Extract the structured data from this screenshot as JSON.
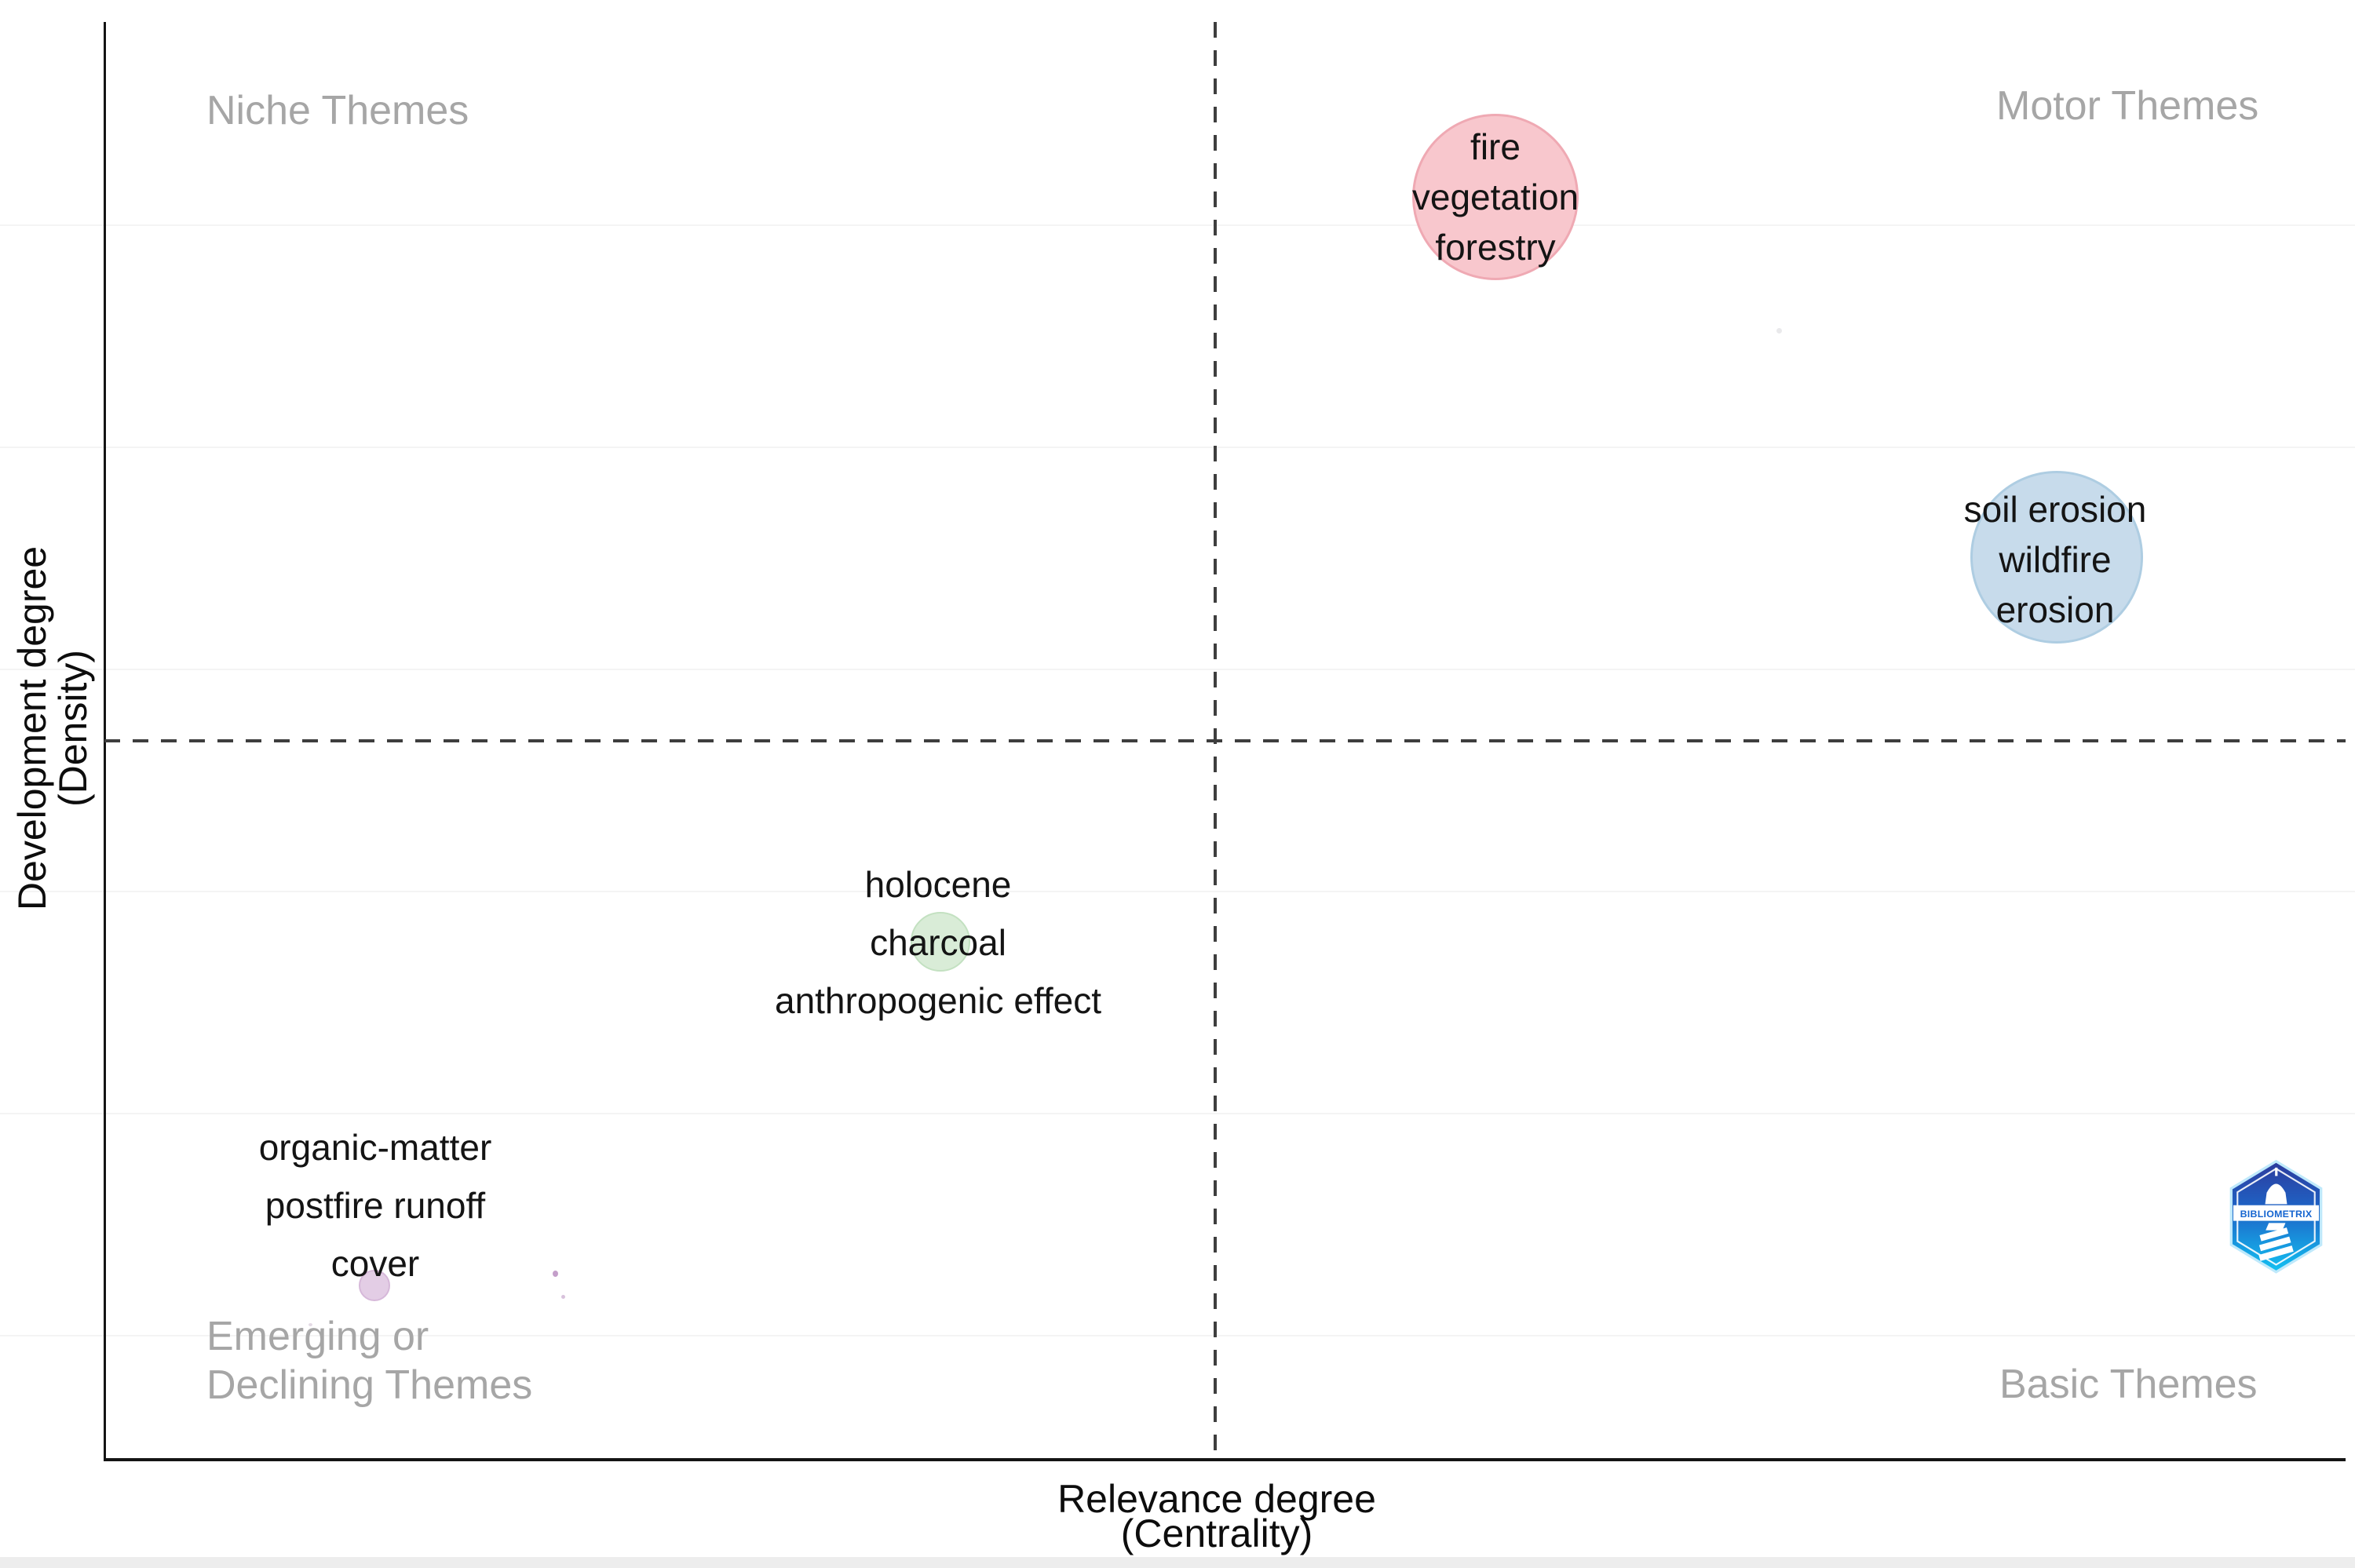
{
  "quadrant_labels": {
    "niche": "Niche Themes",
    "motor": "Motor Themes",
    "emerging_line1": "Emerging or",
    "emerging_line2": "Declining Themes",
    "basic": "Basic Themes"
  },
  "axis": {
    "x_line1": "Relevance degree",
    "x_line2": "(Centrality)",
    "y_line1": "Development degree",
    "y_line2": "(Density)"
  },
  "branding": {
    "logo_text": "BIBLIOMETRIX"
  },
  "colors": {
    "quadrant_label_gray": "#a6a6a6",
    "axis_black": "#141414",
    "median_dash_gray": "#3e3e3e",
    "gridline_gray": "#f4f4f4",
    "logo_blue_top": "#2d3a9c",
    "logo_blue_mid": "#1e66c8",
    "logo_cyan_bottom": "#12c2f2",
    "logo_text_blue": "#1565d0"
  },
  "chart_data": {
    "type": "scatter",
    "subtype": "bibliometrix-thematic-map-bubble",
    "title": "",
    "xlabel": "Relevance degree (Centrality)",
    "ylabel": "Development degree (Density)",
    "x_axis_ticks": "none",
    "y_axis_ticks": "none",
    "grid": "faint horizontal gridlines, evenly spaced",
    "legend": "none",
    "median_lines": {
      "style": "dashed",
      "x_frac": 0.495,
      "y_frac": 0.5
    },
    "quadrants": {
      "top_left": "Niche Themes",
      "top_right": "Motor Themes",
      "bottom_left": "Emerging or Declining Themes",
      "bottom_right": "Basic Themes"
    },
    "series": [
      {
        "name": "fire vegetation forestry",
        "label_lines": [
          "fire",
          "vegetation",
          "forestry"
        ],
        "centrality_frac": 0.62,
        "density_frac": 0.88,
        "radius_px": 106,
        "fill": "#f8c7cd",
        "stroke": "#efa9b3",
        "quadrant": "Motor Themes"
      },
      {
        "name": "soil erosion wildfire erosion",
        "label_lines": [
          "soil erosion",
          "wildfire",
          "erosion"
        ],
        "centrality_frac": 0.87,
        "density_frac": 0.63,
        "radius_px": 110,
        "fill": "#c7dbeb",
        "stroke": "#aecde2",
        "quadrant": "Motor Themes"
      },
      {
        "name": "holocene charcoal anthropogenic effect",
        "label_lines": [
          "holocene",
          "charcoal",
          "anthropogenic effect"
        ],
        "centrality_frac": 0.37,
        "density_frac": 0.36,
        "radius_px": 38,
        "fill": "#d9ecd7",
        "stroke": "#c3e1c1",
        "quadrant": "Emerging or Declining Themes"
      },
      {
        "name": "organic-matter postfire runoff cover",
        "label_lines": [
          "organic-matter",
          "postfire runoff",
          "cover"
        ],
        "centrality_frac": 0.12,
        "density_frac": 0.12,
        "radius_px": 20,
        "fill": "#e3cde5",
        "stroke": "#d6b8d9",
        "quadrant": "Emerging or Declining Themes"
      }
    ]
  }
}
